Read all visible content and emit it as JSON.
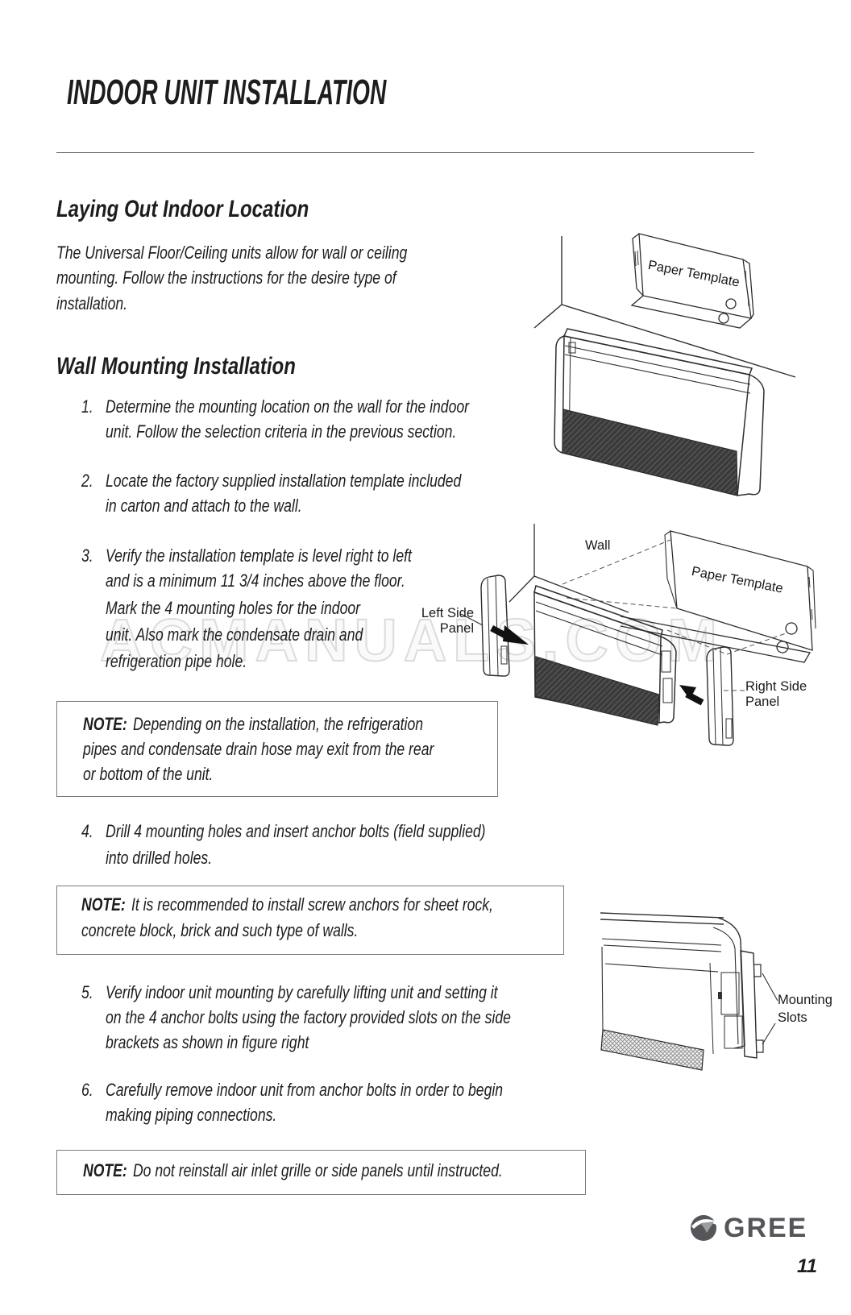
{
  "page": {
    "title": "INDOOR UNIT INSTALLATION",
    "watermark": "ACMANUALS.COM",
    "page_number": "11",
    "brand": "GREE"
  },
  "sections": {
    "laying_out": {
      "heading": "Laying Out Indoor Location",
      "lines": [
        "The Universal Floor/Ceiling units allow for wall or ceiling",
        "mounting.  Follow the instructions for the desire type of",
        "installation."
      ]
    },
    "wall_mounting": {
      "heading": "Wall Mounting Installation",
      "steps": [
        {
          "num": "1.",
          "lines": [
            "Determine the mounting location on the wall for the indoor",
            "unit. Follow the selection criteria in the previous section."
          ]
        },
        {
          "num": "2.",
          "lines": [
            "Locate the factory supplied installation template included",
            "in carton and attach to the wall."
          ]
        },
        {
          "num": "3.",
          "lines": [
            "Verify the installation template is level right to left",
            "and is a minimum 11 3/4 inches above the floor.",
            "Mark the 4 mounting holes for the indoor",
            "unit.  Also mark the condensate drain and",
            "refrigeration pipe hole."
          ]
        },
        {
          "num": "4.",
          "lines": [
            "Drill 4 mounting holes and insert anchor bolts (field supplied)",
            "into drilled holes."
          ]
        },
        {
          "num": "5.",
          "lines": [
            "Verify indoor unit mounting by carefully lifting unit and setting it",
            "on the 4 anchor bolts using the factory provided slots on the side",
            "brackets as shown in figure right"
          ]
        },
        {
          "num": "6.",
          "lines": [
            "Carefully remove indoor unit from anchor bolts in order to begin",
            "making piping connections."
          ]
        }
      ]
    }
  },
  "notes": [
    {
      "label": "NOTE:",
      "lines": [
        "Depending on the installation, the refrigeration",
        "pipes and condensate drain hose may exit from the rear",
        "or bottom of the unit."
      ]
    },
    {
      "label": "NOTE:",
      "lines": [
        "It is recommended to install screw anchors for sheet rock,",
        "concrete block, brick and such type of walls."
      ]
    },
    {
      "label": "NOTE:",
      "lines": [
        "Do not reinstall air inlet grille or side panels until instructed."
      ]
    }
  ],
  "figures": {
    "fig1": {
      "paper_template": "Paper Template"
    },
    "fig2": {
      "wall": "Wall",
      "paper_template": "Paper Template",
      "left_panel_line1": "Left Side",
      "left_panel_line2": "Panel",
      "right_panel_line1": "Right Side",
      "right_panel_line2": "Panel"
    },
    "fig3": {
      "slots_line1": "Mounting",
      "slots_line2": "Slots"
    }
  },
  "colors": {
    "text": "#1d1d1f",
    "line_art": "#2e2e2e",
    "note_border": "#7a7a7a",
    "watermark_outline": "#dcdcdc",
    "brand_gray": "#54565a"
  }
}
